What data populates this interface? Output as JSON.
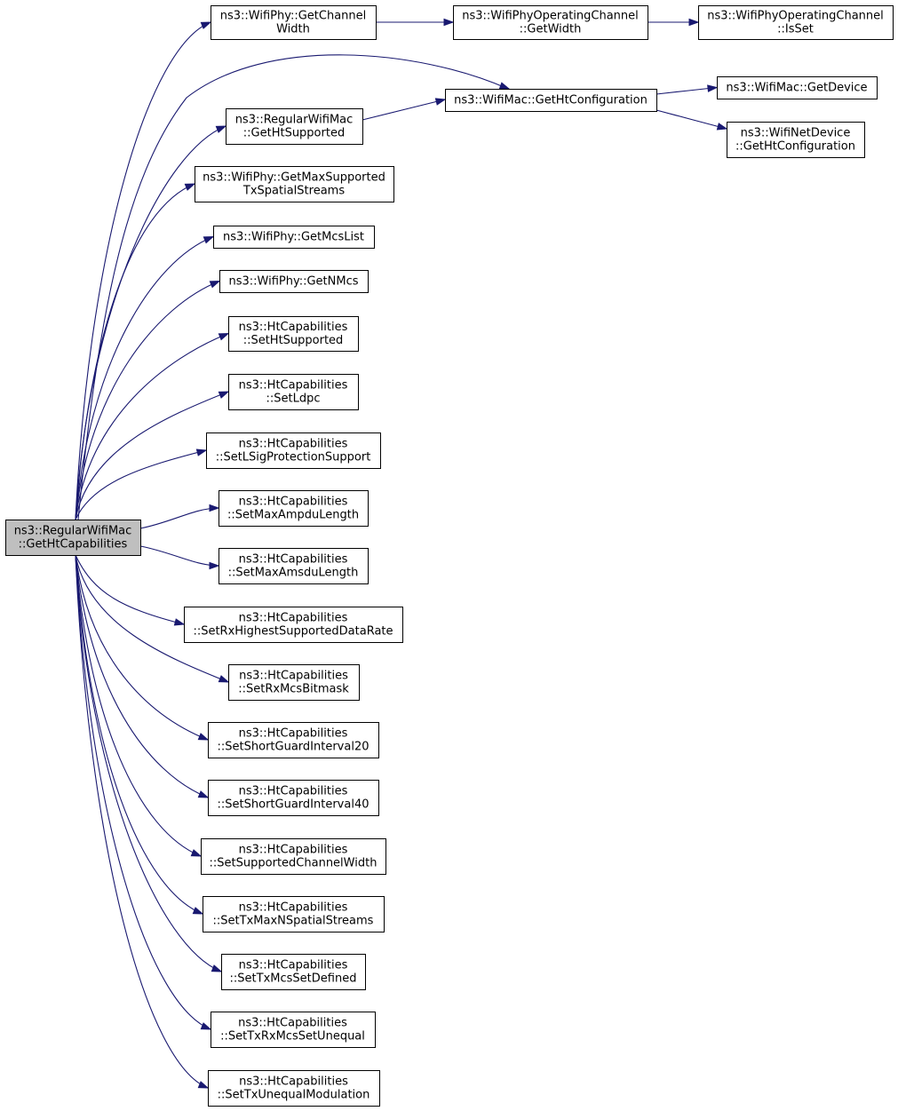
{
  "diagram": {
    "root": "n0",
    "nodes": [
      {
        "id": "n0",
        "lines": [
          "ns3::RegularWifiMac",
          "::GetHtCapabilities"
        ],
        "root": true
      },
      {
        "id": "n1",
        "lines": [
          "ns3::WifiPhy::GetChannel",
          "Width"
        ]
      },
      {
        "id": "n2",
        "lines": [
          "ns3::WifiPhyOperatingChannel",
          "::GetWidth"
        ]
      },
      {
        "id": "n3",
        "lines": [
          "ns3::WifiPhyOperatingChannel",
          "::IsSet"
        ]
      },
      {
        "id": "n4",
        "lines": [
          "ns3::WifiMac::GetHtConfiguration"
        ]
      },
      {
        "id": "n5",
        "lines": [
          "ns3::WifiMac::GetDevice"
        ]
      },
      {
        "id": "n6",
        "lines": [
          "ns3::WifiNetDevice",
          "::GetHtConfiguration"
        ]
      },
      {
        "id": "n7",
        "lines": [
          "ns3::RegularWifiMac",
          "::GetHtSupported"
        ]
      },
      {
        "id": "n8",
        "lines": [
          "ns3::WifiPhy::GetMaxSupported",
          "TxSpatialStreams"
        ]
      },
      {
        "id": "n9",
        "lines": [
          "ns3::WifiPhy::GetMcsList"
        ]
      },
      {
        "id": "n10",
        "lines": [
          "ns3::WifiPhy::GetNMcs"
        ]
      },
      {
        "id": "n11",
        "lines": [
          "ns3::HtCapabilities",
          "::SetHtSupported"
        ]
      },
      {
        "id": "n12",
        "lines": [
          "ns3::HtCapabilities",
          "::SetLdpc"
        ]
      },
      {
        "id": "n13",
        "lines": [
          "ns3::HtCapabilities",
          "::SetLSigProtectionSupport"
        ]
      },
      {
        "id": "n14",
        "lines": [
          "ns3::HtCapabilities",
          "::SetMaxAmpduLength"
        ]
      },
      {
        "id": "n15",
        "lines": [
          "ns3::HtCapabilities",
          "::SetMaxAmsduLength"
        ]
      },
      {
        "id": "n16",
        "lines": [
          "ns3::HtCapabilities",
          "::SetRxHighestSupportedDataRate"
        ]
      },
      {
        "id": "n17",
        "lines": [
          "ns3::HtCapabilities",
          "::SetRxMcsBitmask"
        ]
      },
      {
        "id": "n18",
        "lines": [
          "ns3::HtCapabilities",
          "::SetShortGuardInterval20"
        ]
      },
      {
        "id": "n19",
        "lines": [
          "ns3::HtCapabilities",
          "::SetShortGuardInterval40"
        ]
      },
      {
        "id": "n20",
        "lines": [
          "ns3::HtCapabilities",
          "::SetSupportedChannelWidth"
        ]
      },
      {
        "id": "n21",
        "lines": [
          "ns3::HtCapabilities",
          "::SetTxMaxNSpatialStreams"
        ]
      },
      {
        "id": "n22",
        "lines": [
          "ns3::HtCapabilities",
          "::SetTxMcsSetDefined"
        ]
      },
      {
        "id": "n23",
        "lines": [
          "ns3::HtCapabilities",
          "::SetTxRxMcsSetUnequal"
        ]
      },
      {
        "id": "n24",
        "lines": [
          "ns3::HtCapabilities",
          "::SetTxUnequalModulation"
        ]
      }
    ],
    "edges": [
      {
        "from": "n0",
        "to": "n1"
      },
      {
        "from": "n0",
        "to": "n4"
      },
      {
        "from": "n0",
        "to": "n7"
      },
      {
        "from": "n0",
        "to": "n8"
      },
      {
        "from": "n0",
        "to": "n9"
      },
      {
        "from": "n0",
        "to": "n10"
      },
      {
        "from": "n0",
        "to": "n11"
      },
      {
        "from": "n0",
        "to": "n12"
      },
      {
        "from": "n0",
        "to": "n13"
      },
      {
        "from": "n0",
        "to": "n14"
      },
      {
        "from": "n0",
        "to": "n15"
      },
      {
        "from": "n0",
        "to": "n16"
      },
      {
        "from": "n0",
        "to": "n17"
      },
      {
        "from": "n0",
        "to": "n18"
      },
      {
        "from": "n0",
        "to": "n19"
      },
      {
        "from": "n0",
        "to": "n20"
      },
      {
        "from": "n0",
        "to": "n21"
      },
      {
        "from": "n0",
        "to": "n22"
      },
      {
        "from": "n0",
        "to": "n23"
      },
      {
        "from": "n0",
        "to": "n24"
      },
      {
        "from": "n1",
        "to": "n2"
      },
      {
        "from": "n2",
        "to": "n3"
      },
      {
        "from": "n7",
        "to": "n4"
      },
      {
        "from": "n4",
        "to": "n5"
      },
      {
        "from": "n4",
        "to": "n6"
      }
    ],
    "colors": {
      "edge": "#191970",
      "root_fill": "#bfbfbf",
      "node_fill": "#ffffff",
      "border": "#000000"
    }
  }
}
